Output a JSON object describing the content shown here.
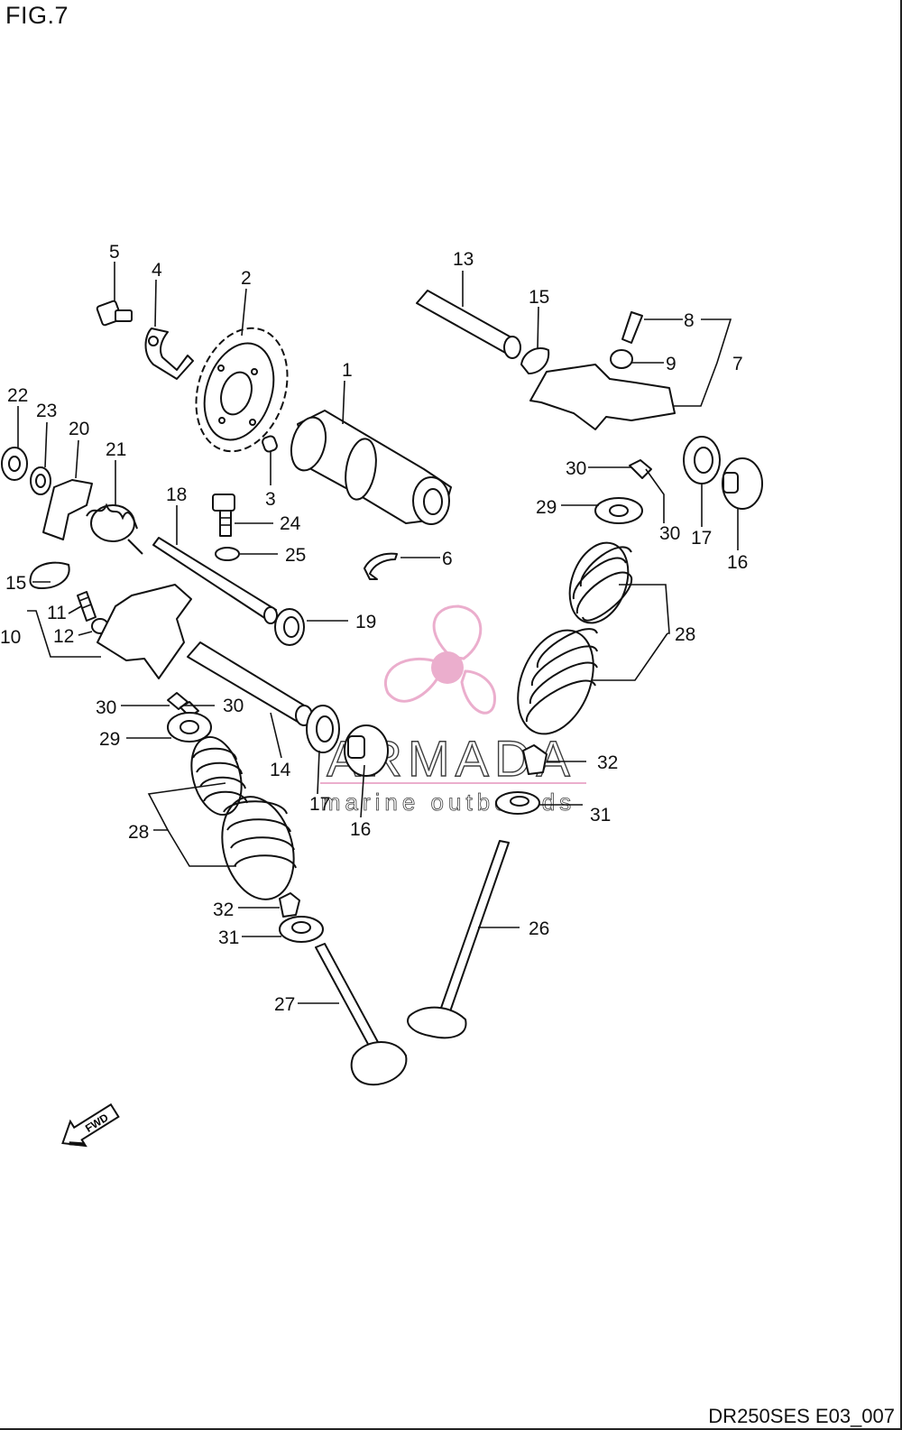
{
  "figure": {
    "title": "FIG.7",
    "reference": "DR250SES E03_007"
  },
  "watermark": {
    "brand": "ARMADA",
    "tagline": "marine outboards",
    "color_pink": "#e9a6c8",
    "color_dark": "#2a2a2a"
  },
  "fwd_arrow": {
    "text": "FWD",
    "icon": "fwd-arrow-icon"
  },
  "parts": [
    {
      "ref": "1"
    },
    {
      "ref": "2"
    },
    {
      "ref": "3"
    },
    {
      "ref": "4"
    },
    {
      "ref": "5"
    },
    {
      "ref": "6"
    },
    {
      "ref": "7"
    },
    {
      "ref": "8"
    },
    {
      "ref": "9"
    },
    {
      "ref": "10"
    },
    {
      "ref": "11"
    },
    {
      "ref": "12"
    },
    {
      "ref": "13"
    },
    {
      "ref": "14"
    },
    {
      "ref": "15"
    },
    {
      "ref": "15"
    },
    {
      "ref": "16"
    },
    {
      "ref": "16"
    },
    {
      "ref": "17"
    },
    {
      "ref": "17"
    },
    {
      "ref": "18"
    },
    {
      "ref": "19"
    },
    {
      "ref": "20"
    },
    {
      "ref": "21"
    },
    {
      "ref": "22"
    },
    {
      "ref": "23"
    },
    {
      "ref": "24"
    },
    {
      "ref": "25"
    },
    {
      "ref": "26"
    },
    {
      "ref": "27"
    },
    {
      "ref": "28"
    },
    {
      "ref": "28"
    },
    {
      "ref": "29"
    },
    {
      "ref": "29"
    },
    {
      "ref": "30"
    },
    {
      "ref": "30"
    },
    {
      "ref": "30"
    },
    {
      "ref": "30"
    },
    {
      "ref": "31"
    },
    {
      "ref": "31"
    },
    {
      "ref": "32"
    },
    {
      "ref": "32"
    }
  ]
}
